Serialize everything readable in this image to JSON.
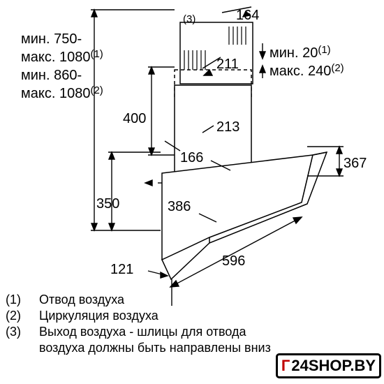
{
  "dimensions": {
    "d164": "164",
    "d211": "211",
    "d213": "213",
    "d166": "166",
    "d400": "400",
    "d350": "350",
    "d386": "386",
    "d367": "367",
    "d596": "596",
    "d121": "121",
    "vent_ref": "(3)"
  },
  "height_notes": {
    "line1": "мин. 750-",
    "line2": "макс. 1080",
    "line2_ref": "(1)",
    "line3": "мин. 860-",
    "line4": "макс. 1080",
    "line4_ref": "(2)"
  },
  "overlap_notes": {
    "min": "мин. 20",
    "min_ref": "(1)",
    "max": "макс. 240",
    "max_ref": "(2)"
  },
  "legend": [
    {
      "num": "(1)",
      "text": "Отвод воздуха"
    },
    {
      "num": "(2)",
      "text": "Циркуляция воздуха"
    },
    {
      "num": "(3)",
      "text": "Выход воздуха - шлицы для отвода"
    }
  ],
  "legend_continuation": "воздуха должны быть направлены вниз",
  "watermark": {
    "prefix": "Г",
    "text": "24SHOP.BY"
  }
}
